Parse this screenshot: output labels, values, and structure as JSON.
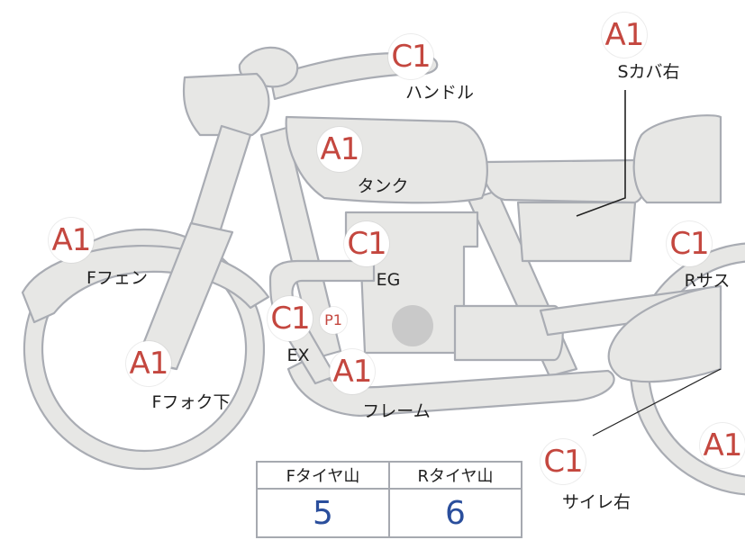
{
  "parts": [
    {
      "id": "handle",
      "grade": "C1",
      "label": "ハンドル"
    },
    {
      "id": "s-cover-right",
      "grade": "A1",
      "label": "Sカバ右"
    },
    {
      "id": "tank",
      "grade": "A1",
      "label": "タンク"
    },
    {
      "id": "f-fender",
      "grade": "A1",
      "label": "Fフェン"
    },
    {
      "id": "engine",
      "grade": "C1",
      "label": "EG"
    },
    {
      "id": "r-suspension",
      "grade": "C1",
      "label": "Rサス"
    },
    {
      "id": "exhaust",
      "grade": "C1",
      "label": "EX",
      "extra": "P1"
    },
    {
      "id": "f-fork-lower",
      "grade": "A1",
      "label": "Fフォク下"
    },
    {
      "id": "frame",
      "grade": "A1",
      "label": "フレーム"
    },
    {
      "id": "muffler-right",
      "grade": "C1",
      "label": "サイレ右"
    },
    {
      "id": "rear-partial",
      "grade": "A1",
      "label": ""
    }
  ],
  "tire_table": {
    "headers": [
      "Fタイヤ山",
      "Rタイヤ山"
    ],
    "values": [
      "5",
      "6"
    ]
  },
  "colors": {
    "grade_text": "#c4473f",
    "value_text": "#2a4e9c",
    "part_fill": "#e7e7e5",
    "part_stroke": "#a9acb3"
  }
}
